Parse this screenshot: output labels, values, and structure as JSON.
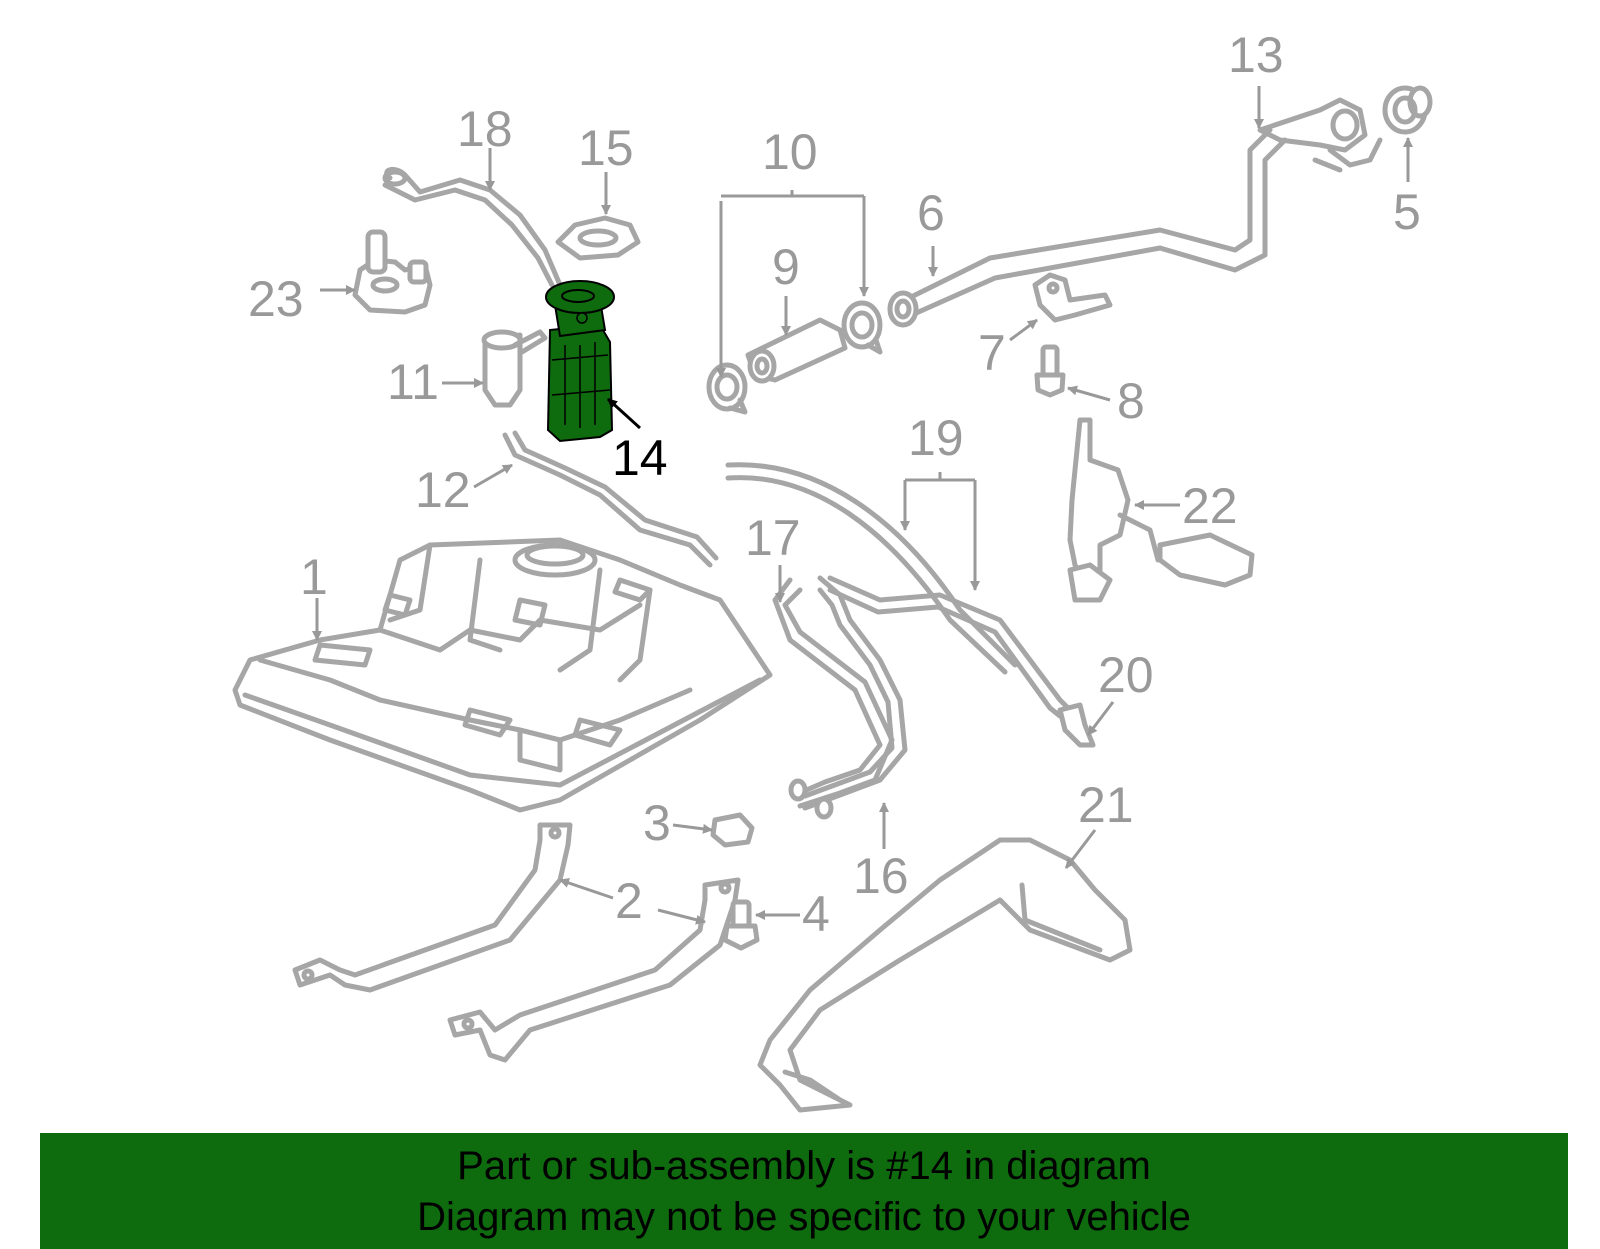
{
  "diagram": {
    "highlighted_part": "14",
    "highlight_color": "#0e6b0e",
    "part_color": "#a6a6a6",
    "labels": {
      "p1": "1",
      "p2": "2",
      "p3": "3",
      "p4": "4",
      "p5": "5",
      "p6": "6",
      "p7": "7",
      "p8": "8",
      "p9": "9",
      "p10": "10",
      "p11": "11",
      "p12": "12",
      "p13": "13",
      "p14": "14",
      "p15": "15",
      "p16": "16",
      "p17": "17",
      "p18": "18",
      "p19": "19",
      "p20": "20",
      "p21": "21",
      "p22": "22",
      "p23": "23"
    }
  },
  "banner": {
    "background": "#0e6b0e",
    "line1": "Part or sub-assembly is #14 in diagram",
    "line2": "Diagram may not be specific to your vehicle"
  }
}
